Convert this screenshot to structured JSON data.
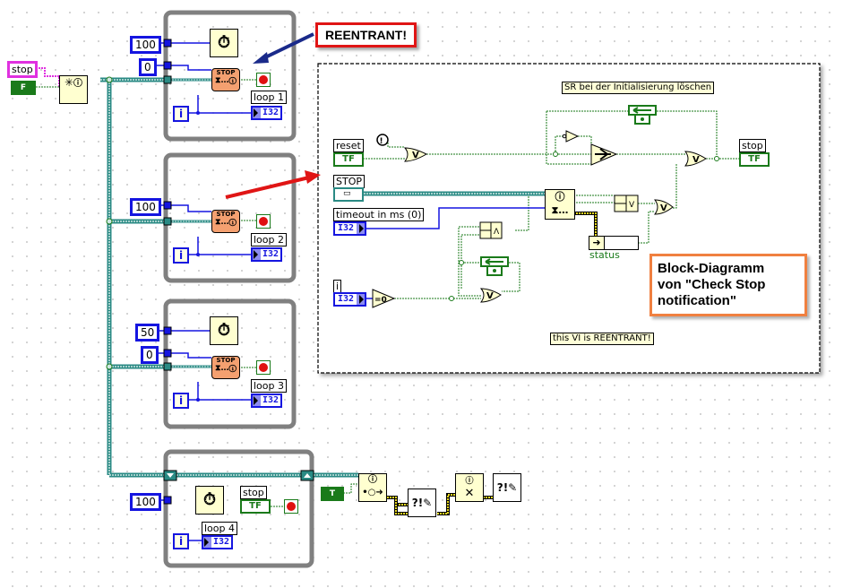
{
  "diagram": {
    "title": "LabVIEW block diagram",
    "main": {
      "stop_notifier_label": "stop",
      "bool_const": "F",
      "loops": [
        {
          "label": "loop 1",
          "wait_ms": "100",
          "timeout": "0",
          "indicator_type": "I32",
          "iteration": "i"
        },
        {
          "label": "loop 2",
          "wait_ms": "100",
          "indicator_type": "I32",
          "iteration": "i"
        },
        {
          "label": "loop 3",
          "wait_ms": "50",
          "timeout": "0",
          "indicator_type": "I32",
          "iteration": "i"
        },
        {
          "label": "loop 4",
          "wait_ms": "100",
          "indicator_type": "I32",
          "iteration": "i",
          "stop_control": "stop",
          "stop_control_value": "TF"
        }
      ],
      "loop4_bool_const": "T",
      "stop_node_text": "STOP"
    },
    "callouts": {
      "reentrant": "REENTRANT!",
      "block_diagram_line1": "Block-Diagramm",
      "block_diagram_line2": "von \"Check Stop",
      "block_diagram_line3": "notification\""
    },
    "subvi": {
      "note_top": "SR bei der Initialisierung löschen",
      "note_bottom": "this VI is REENTRANT!",
      "reset_label": "reset",
      "reset_value": "TF",
      "stop_in_label": "STOP",
      "timeout_label": "timeout in ms (0)",
      "timeout_type": "I32",
      "i_label": "i",
      "i_type": "I32",
      "eq_zero": "=0",
      "stop_out_label": "stop",
      "stop_out_value": "TF",
      "status_label": "status",
      "or_symbol": "V",
      "and_symbol": "Λ"
    },
    "colors": {
      "wire_numeric": "#1515e0",
      "wire_boolean": "#1a7a1a",
      "wire_refnum": "#2a8a84",
      "wire_error": "#d8c820",
      "loop_frame": "#808080",
      "callout_red": "#e01515",
      "callout_orange": "#f08040",
      "arrow_blue": "#1a2a8a",
      "arrow_red": "#e01515"
    }
  }
}
